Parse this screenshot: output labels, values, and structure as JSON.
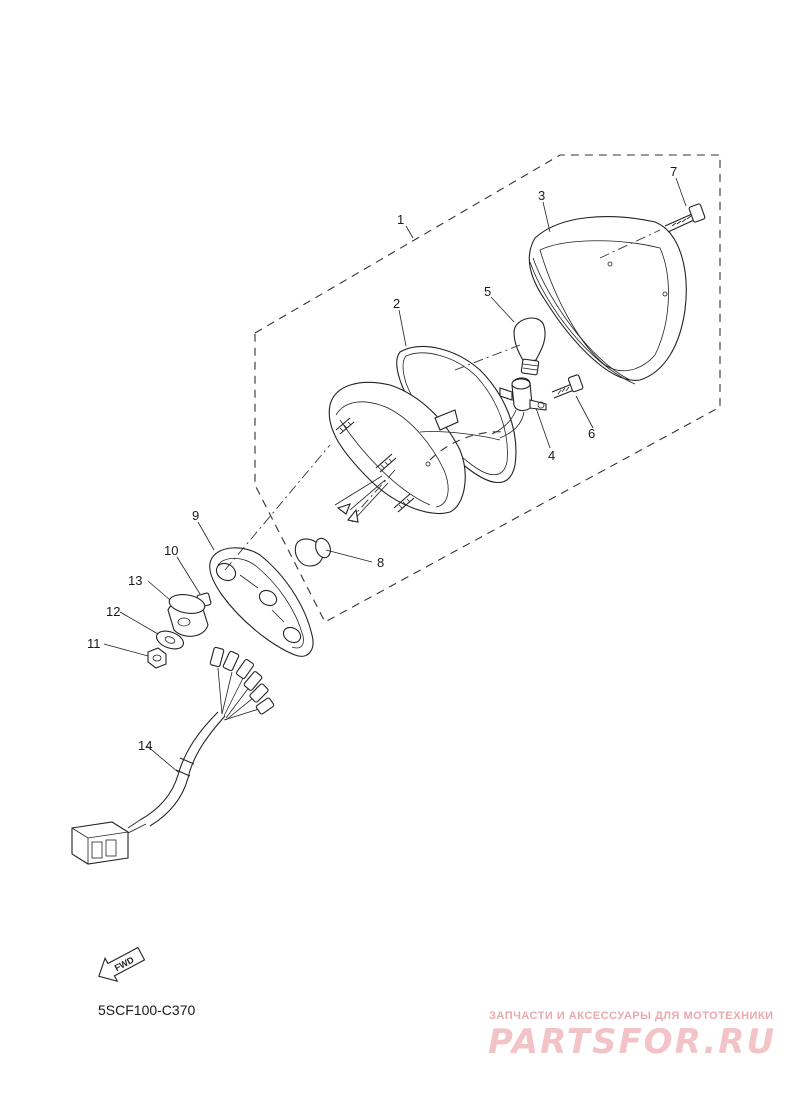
{
  "diagram": {
    "callouts": [
      {
        "id": "1",
        "label": "1"
      },
      {
        "id": "2",
        "label": "2"
      },
      {
        "id": "3",
        "label": "3"
      },
      {
        "id": "4",
        "label": "4"
      },
      {
        "id": "5",
        "label": "5"
      },
      {
        "id": "6",
        "label": "6"
      },
      {
        "id": "7",
        "label": "7"
      },
      {
        "id": "8",
        "label": "8"
      },
      {
        "id": "9",
        "label": "9"
      },
      {
        "id": "10",
        "label": "10"
      },
      {
        "id": "11",
        "label": "11"
      },
      {
        "id": "12",
        "label": "12"
      },
      {
        "id": "13",
        "label": "13"
      },
      {
        "id": "14",
        "label": "14"
      }
    ],
    "fwd_label": "FWD",
    "drawing_code": "5SCF100-C370"
  },
  "watermark": {
    "tagline": "ЗАПЧАСТИ И АКСЕССУАРЫ ДЛЯ МОТОТЕХНИКИ",
    "brand": "PARTSFOR.RU",
    "color": "#f2c4c7"
  }
}
